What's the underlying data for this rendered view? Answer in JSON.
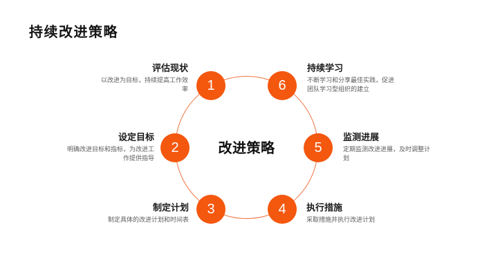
{
  "slide": {
    "title": "持续改进策略",
    "center_label": "改进策略"
  },
  "items": [
    {
      "num": "1",
      "title": "评估现状",
      "desc": "以改进为目标，持续提高工作效率",
      "side": "left"
    },
    {
      "num": "2",
      "title": "设定目标",
      "desc": "明确改进目标和指标，为改进工作提供指导",
      "side": "left"
    },
    {
      "num": "3",
      "title": "制定计划",
      "desc": "制定具体的改进计划和时间表",
      "side": "left"
    },
    {
      "num": "4",
      "title": "执行措施",
      "desc": "采取措施并执行改进计划",
      "side": "right"
    },
    {
      "num": "5",
      "title": "监测进展",
      "desc": "定期监测改进进展，及时调整计划",
      "side": "right"
    },
    {
      "num": "6",
      "title": "持续学习",
      "desc": "不断学习和分享最佳实践，促进团队学习型组织的建立",
      "side": "right"
    }
  ],
  "colors": {
    "node_fill": "#f4570e",
    "ring_stroke": "#ef7340",
    "title_text": "#151515",
    "step_title_text": "#1a1a1a",
    "step_desc_text": "#5c5c5c",
    "node_number_text": "#ffffff",
    "background": "#ffffff"
  }
}
